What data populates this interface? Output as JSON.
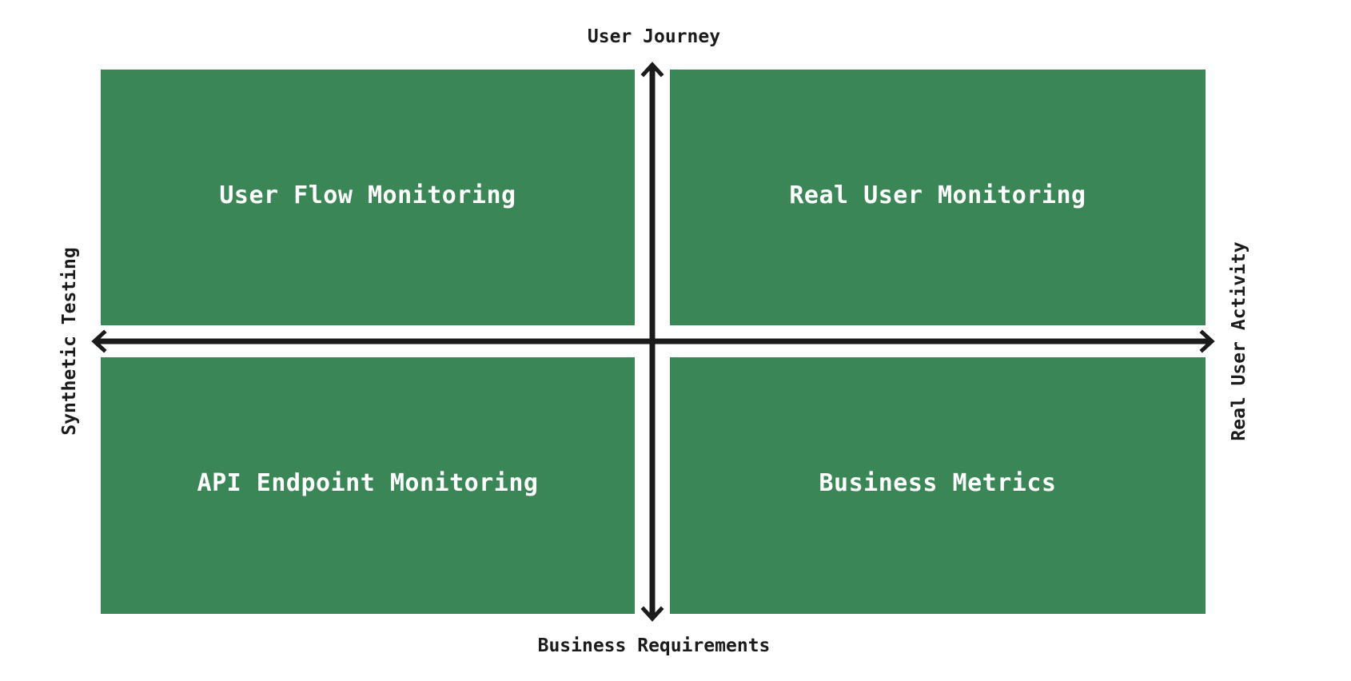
{
  "axes": {
    "top": "User Journey",
    "bottom": "Business Requirements",
    "left": "Synthetic Testing",
    "right": "Real User Activity"
  },
  "quadrants": {
    "top_left": "User Flow Monitoring",
    "top_right": "Real User Monitoring",
    "bottom_left": "API Endpoint Monitoring",
    "bottom_right": "Business Metrics"
  },
  "colors": {
    "quadrant_fill": "#3b8657",
    "axis_stroke": "#1b1b1b",
    "quadrant_text": "#ffffff"
  }
}
